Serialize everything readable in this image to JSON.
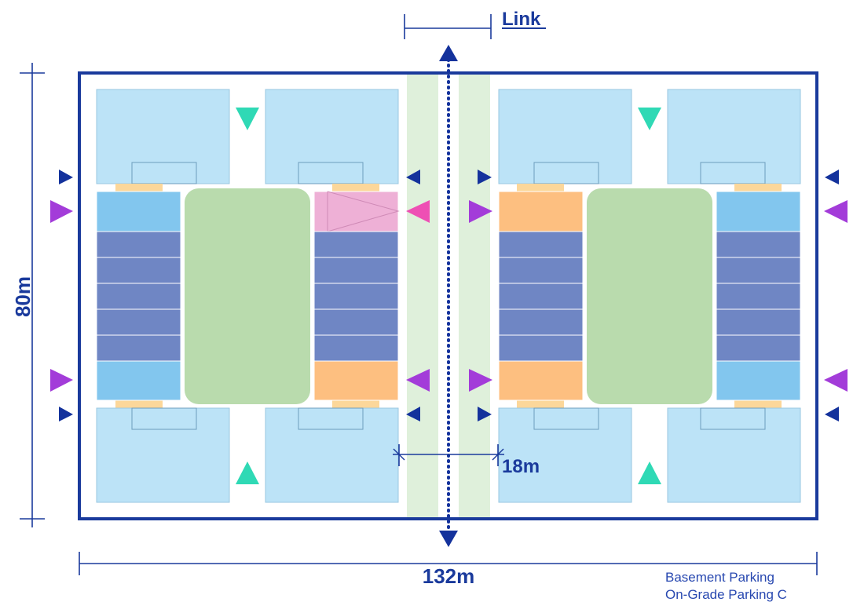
{
  "dimensions": {
    "width_label": "132m",
    "height_label": "80m",
    "street_label": "18m",
    "link_label": "Link"
  },
  "legend": {
    "line1": "Basement Parking",
    "line2": "On-Grade Parking C"
  },
  "colors": {
    "outline": "#1a3a9c",
    "building": "#bce3f7",
    "park": "#b9dbad",
    "corridor": "#dff0db",
    "unit": "#6f86c4",
    "unit_end": "#82c6ee",
    "unit_orange": "#fdbf80",
    "unit_pink": "#eeb0d6",
    "connector": "#fcd79a",
    "marker_teal": "#2fd9b5",
    "marker_purple": "#a33cd9",
    "marker_pink": "#ee4fb4",
    "marker_navy": "#14329c"
  },
  "icons": {
    "entry_marker": "triangle-icon",
    "axis_arrow": "double-arrow-icon"
  }
}
